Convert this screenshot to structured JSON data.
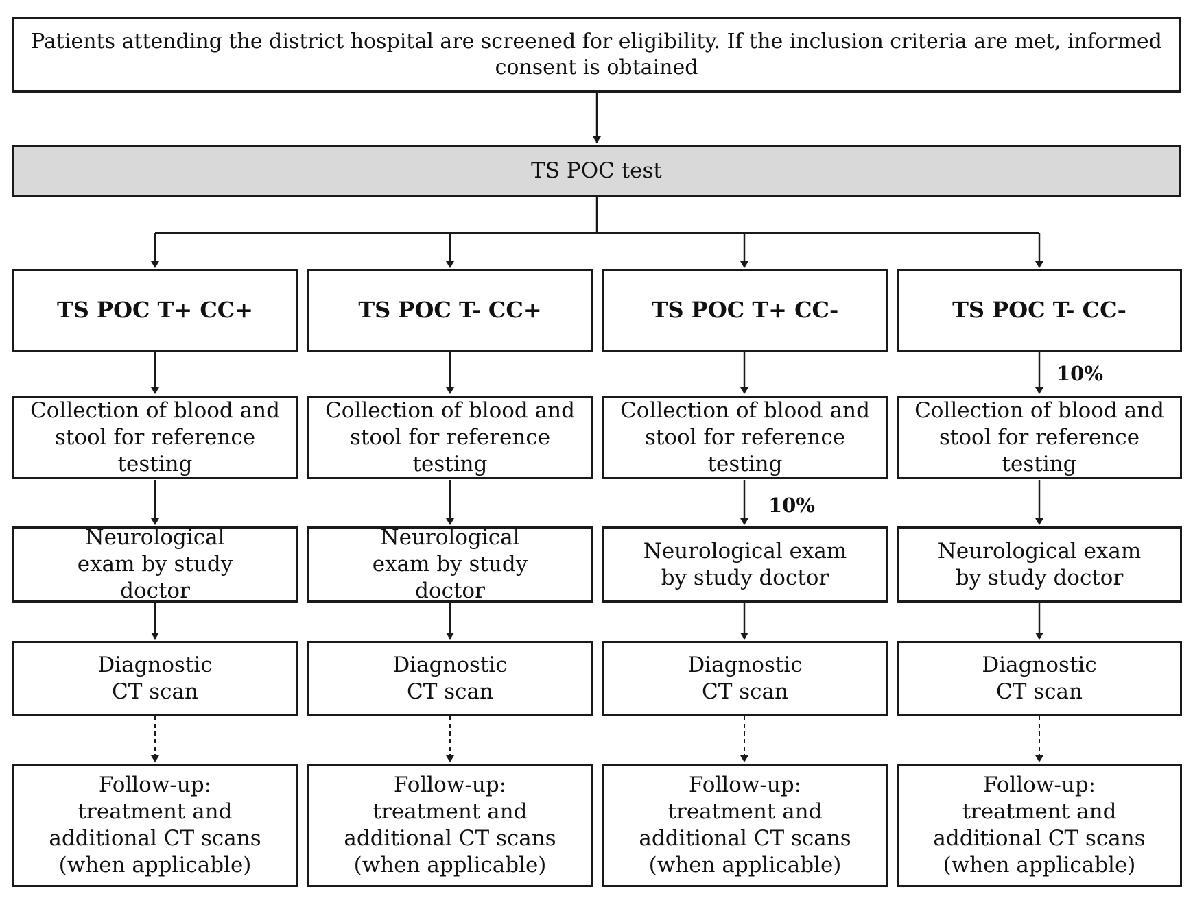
{
  "top": {
    "text": "Patients attending the district hospital are screened for eligibility. If the inclusion criteria are met, informed consent is obtained"
  },
  "test": {
    "label": "TS POC test"
  },
  "columns": [
    {
      "head": "TS POC T+ CC+",
      "collection": "Collection of blood and stool for reference testing",
      "neuro": "Neurological exam by study doctor",
      "ct": "Diagnostic CT scan",
      "followup": "Follow-up: treatment and additional CT scans (when applicable)"
    },
    {
      "head": "TS POC T- CC+",
      "collection": "Collection of blood and stool for reference testing",
      "neuro": "Neurological exam by study doctor",
      "ct": "Diagnostic CT scan",
      "followup": "Follow-up: treatment and additional CT scans (when applicable)"
    },
    {
      "head": "TS POC T+ CC-",
      "collection": "Collection of blood and stool for reference testing",
      "neuro": "Neurological exam by study doctor",
      "ct": "Diagnostic CT scan",
      "followup": "Follow-up: treatment and additional CT scans (when applicable)",
      "pct_before_neuro": "10%"
    },
    {
      "head": "TS POC T- CC-",
      "collection": "Collection of blood and stool for reference testing",
      "neuro": "Neurological exam by study doctor",
      "ct": "Diagnostic CT scan",
      "followup": "Follow-up: treatment and additional CT scans (when applicable)",
      "pct_before_collection": "10%"
    }
  ]
}
